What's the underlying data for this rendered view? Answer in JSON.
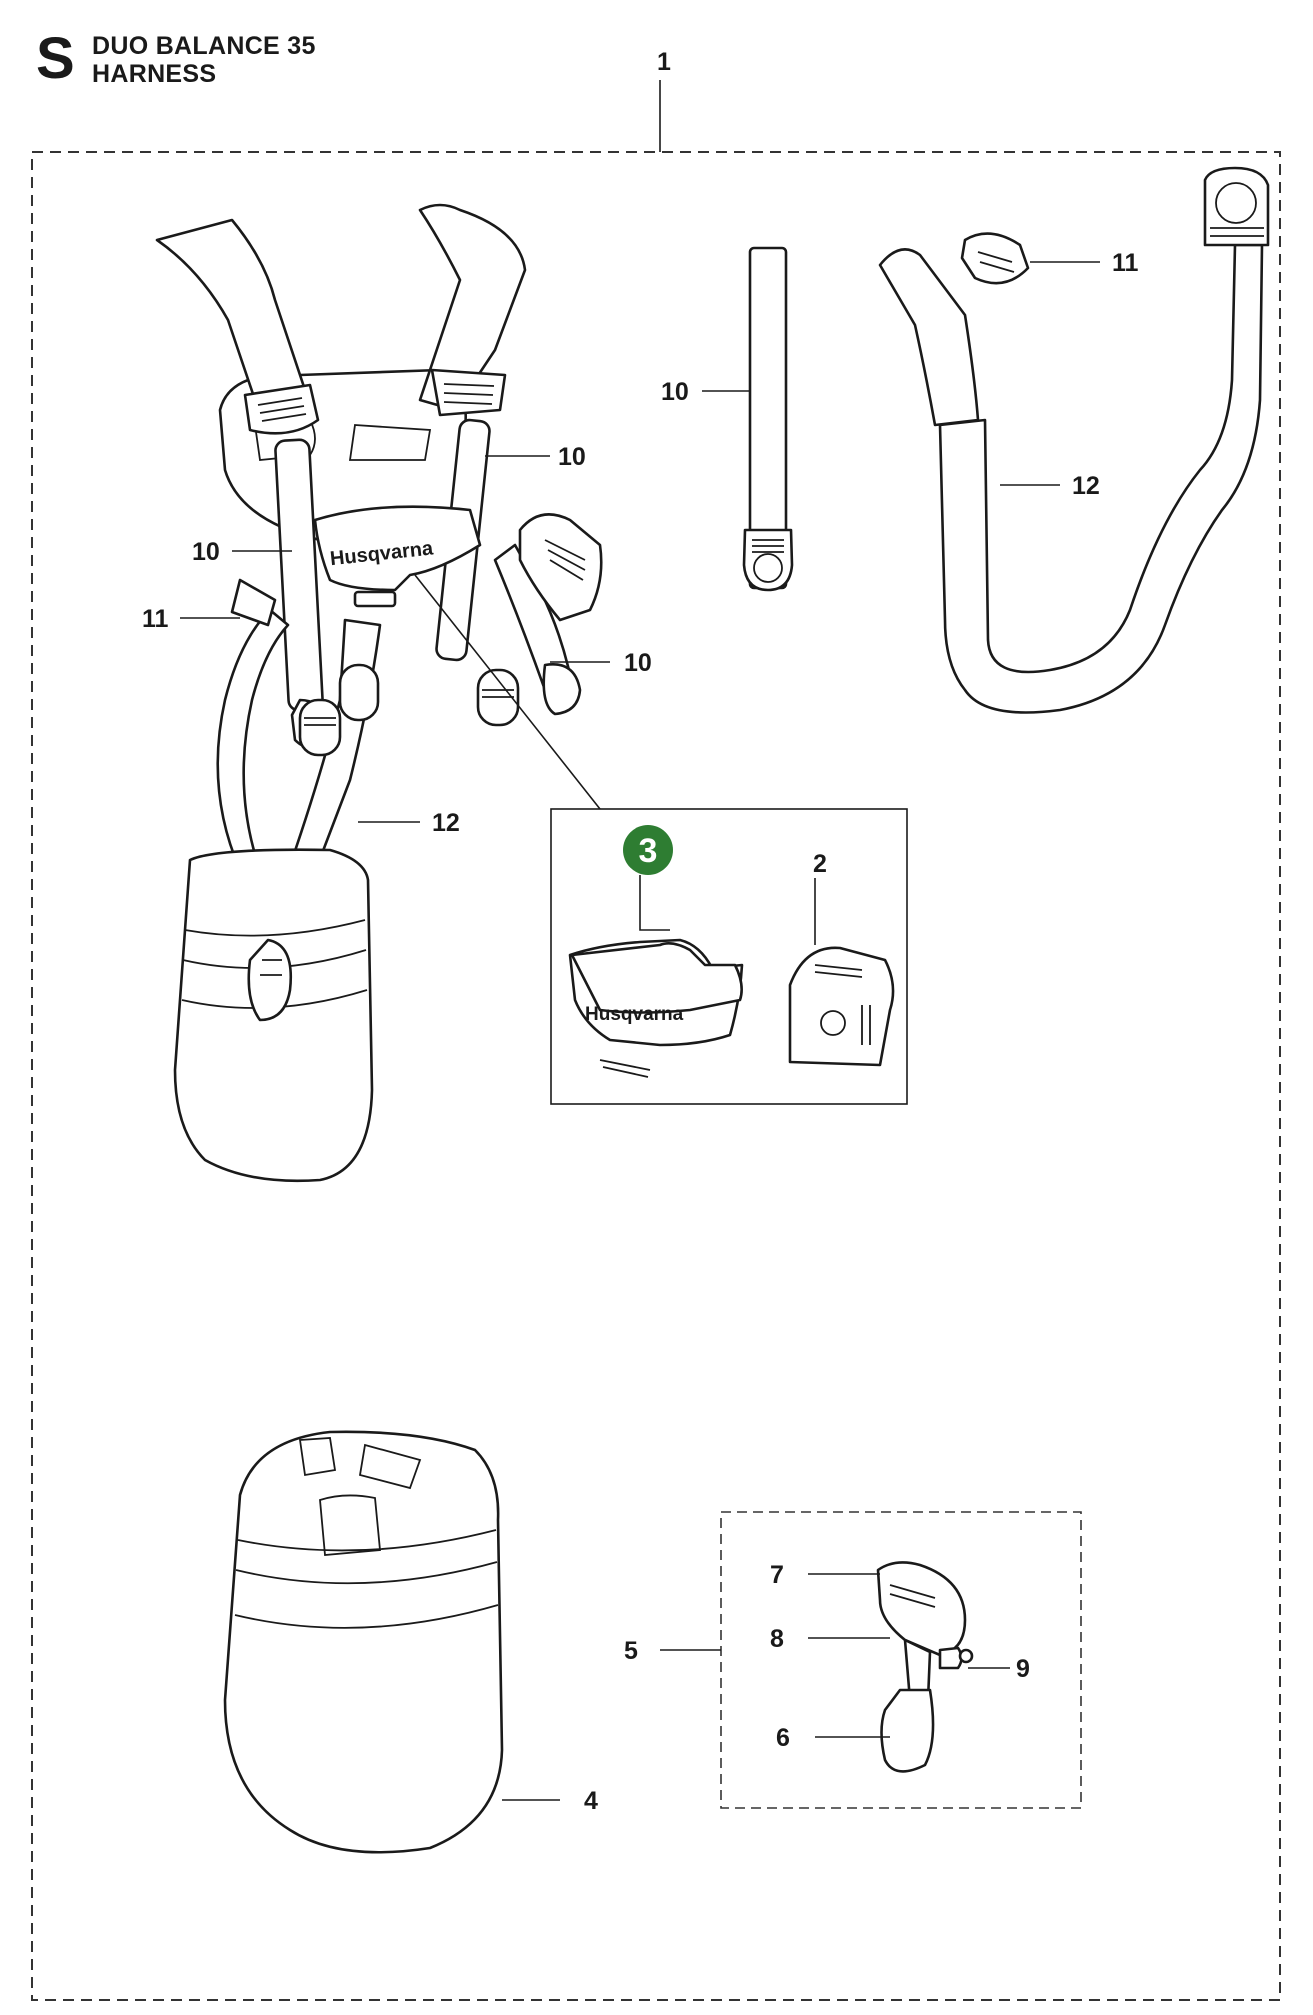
{
  "header": {
    "section_letter": "S",
    "model": "DUO BALANCE 35",
    "group": "HARNESS"
  },
  "badge_color": "#2e7d32",
  "logo_text": "Husqvarna",
  "callouts": {
    "c1": "1",
    "c2": "2",
    "c3": "3",
    "c4": "4",
    "c5": "5",
    "c6": "6",
    "c7": "7",
    "c8": "8",
    "c9": "9",
    "c10_strap_right": "10",
    "c10_back_left": "10",
    "c10_back_right": "10",
    "c10_loose_strap": "10",
    "c11_harness": "11",
    "c11_buckle": "11",
    "c12_harness": "12",
    "c12_loose": "12"
  }
}
